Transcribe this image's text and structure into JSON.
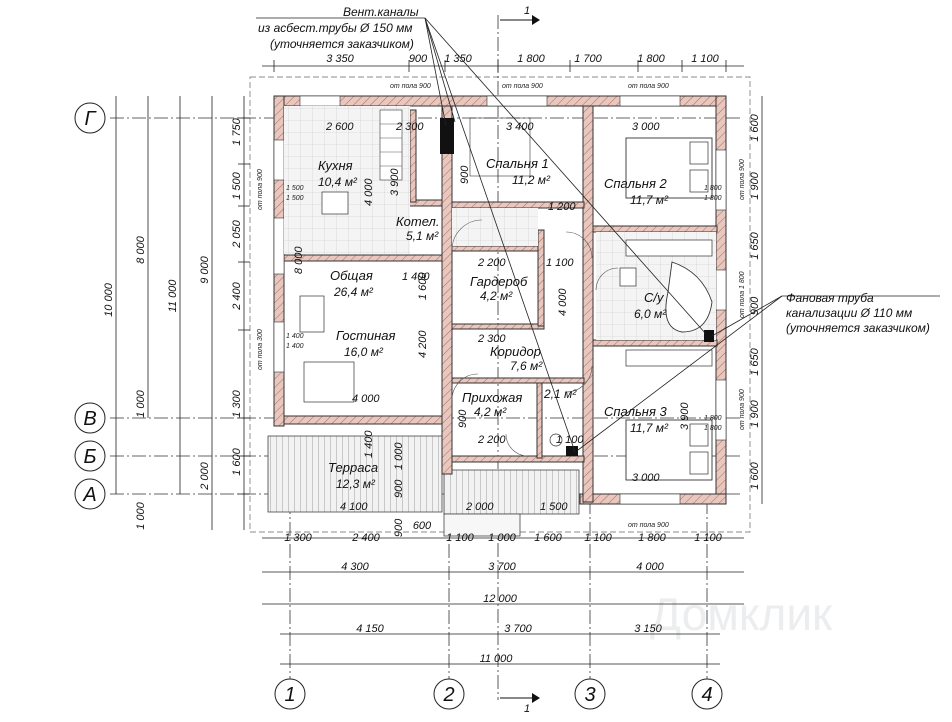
{
  "notes": {
    "vent_line1": "Вент.каналы",
    "vent_line2": "из асбест.трубы Ø 150 мм",
    "vent_line3": "(уточняется заказчиком)",
    "pipe_line1": "Фановая труба",
    "pipe_line2": "канализации Ø 110 мм",
    "pipe_line3": "(уточняется заказчиком)"
  },
  "section_mark": "1",
  "axes_rows": [
    "Г",
    "В",
    "Б",
    "А"
  ],
  "axes_cols": [
    "1",
    "2",
    "3",
    "4"
  ],
  "rooms": [
    {
      "name": "Кухня",
      "area": "10,4 м²"
    },
    {
      "name": "Котел.",
      "area": "5,1 м²"
    },
    {
      "name": "Спальня 1",
      "area": "11,2 м²"
    },
    {
      "name": "Спальня 2",
      "area": "11,7 м²"
    },
    {
      "name": "Общая",
      "area": "26,4 м²"
    },
    {
      "name": "Гостиная",
      "area": "16,0 м²"
    },
    {
      "name": "Гардероб",
      "area": "4,2 м²"
    },
    {
      "name": "С/у",
      "area": "6,0 м²"
    },
    {
      "name": "Коридор",
      "area": "7,6 м²"
    },
    {
      "name": "Прихожая",
      "area": "4,2 м²"
    },
    {
      "name": "",
      "area": "2,1 м²"
    },
    {
      "name": "Спальня 3",
      "area": "11,7 м²"
    },
    {
      "name": "Терраса",
      "area": "12,3 м²"
    }
  ],
  "dims_top": [
    "3 350",
    "900",
    "1 350",
    "1 800",
    "1 700",
    "1 800",
    "1 100"
  ],
  "dims_bottom_row1": [
    "1 300",
    "2 400",
    "900",
    "600",
    "1 100",
    "1 000",
    "1 600",
    "1 100",
    "1 800",
    "1 100"
  ],
  "dims_bottom_row2": [
    "4 300",
    "3 700",
    "4 000"
  ],
  "dims_bottom_total1": "12 000",
  "dims_bottom_row3": [
    "4 150",
    "3 700",
    "3 150"
  ],
  "dims_bottom_total2": "11 000",
  "dims_left_col1": [
    "1 750",
    "1 500",
    "2 050",
    "2 400",
    "1 300",
    "1 600",
    "2 000",
    "1 000"
  ],
  "dims_left_col2": [
    "9 000",
    "1 000"
  ],
  "dims_left_col3": [
    "8 000"
  ],
  "dims_left_col4": [
    "10 000"
  ],
  "dims_left_col5": [
    "11 000"
  ],
  "dims_right": [
    "1 600",
    "1 900",
    "1 650",
    "900",
    "1 650",
    "1 900",
    "1 600"
  ],
  "interior_dims": [
    "2 600",
    "2 300",
    "3 400",
    "3 000",
    "3 900",
    "4 000",
    "900",
    "8 000",
    "2 200",
    "1 100",
    "1 200",
    "4 000",
    "1 600",
    "2 300",
    "4 200",
    "4 000",
    "1 400",
    "900",
    "2 200",
    "1 100",
    "3 000",
    "3 900",
    "4 100",
    "2 000",
    "1 500",
    "1 400",
    "1 000",
    "900"
  ],
  "window_labels": [
    "от пола 900",
    "от пола 300",
    "от пола 1 800"
  ],
  "window_dims": [
    "1 500",
    "1 800",
    "1 400"
  ],
  "watermark": "Домклик"
}
